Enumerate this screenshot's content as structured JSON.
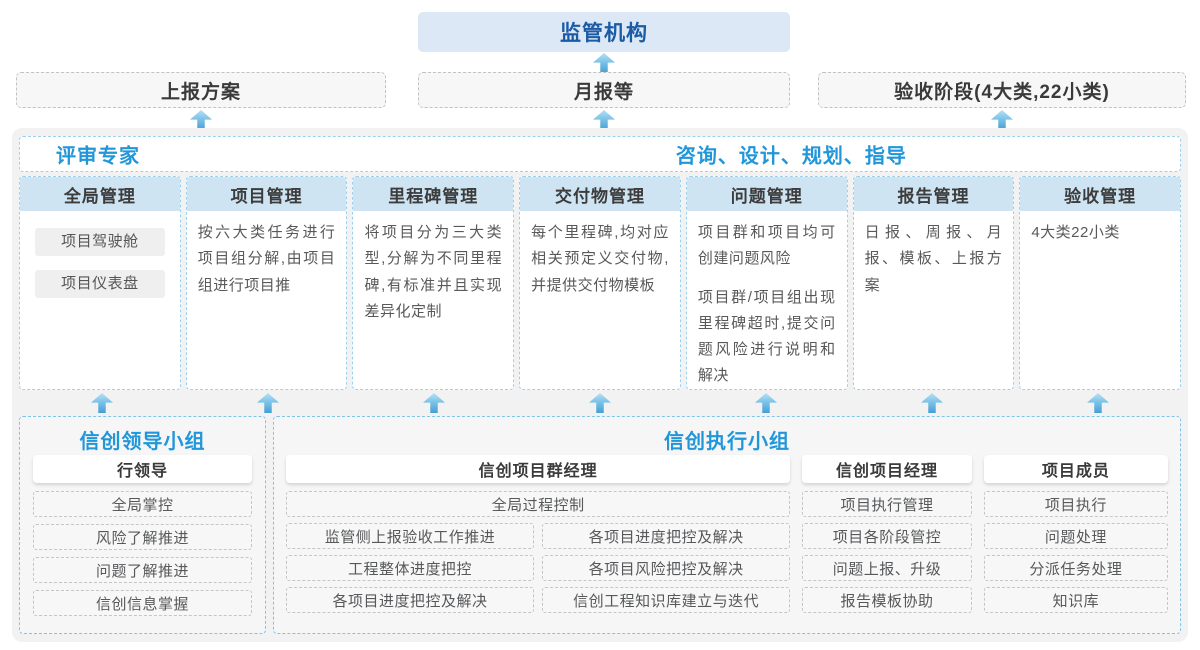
{
  "colors": {
    "accent_blue": "#2196d9",
    "navy_title": "#1b5ba6",
    "column_header_bg": "#cfe4f2",
    "regulator_bg": "#dce8f5",
    "dashed_blue_border": "#7fc4e8",
    "container_bg": "#f2f2f2"
  },
  "top": {
    "regulator": "监管机构"
  },
  "reports": [
    {
      "label": "上报方案"
    },
    {
      "label": "月报等"
    },
    {
      "label": "验收阶段(4大类,22小类)"
    }
  ],
  "middle": {
    "left_header": "评审专家",
    "right_header": "咨询、设计、规划、指导",
    "columns": [
      {
        "title": "全局管理",
        "chips": [
          "项目驾驶舱",
          "项目仪表盘"
        ],
        "paragraphs": []
      },
      {
        "title": "项目管理",
        "paragraphs": [
          "按六大类任务进行项目组分解,由项目组进行项目推"
        ]
      },
      {
        "title": "里程碑管理",
        "paragraphs": [
          "将项目分为三大类型,分解为不同里程碑,有标准并且实现差异化定制"
        ]
      },
      {
        "title": "交付物管理",
        "paragraphs": [
          "每个里程碑,均对应相关预定义交付物,并提供交付物模板"
        ]
      },
      {
        "title": "问题管理",
        "paragraphs": [
          "项目群和项目均可创建问题风险",
          "项目群/项目组出现里程碑超时,提交问题风险进行说明和解决"
        ]
      },
      {
        "title": "报告管理",
        "paragraphs": [
          "日报、周报、月报、模板、上报方案"
        ]
      },
      {
        "title": "验收管理",
        "paragraphs": [
          "4大类22小类"
        ]
      }
    ]
  },
  "bottom": {
    "leader": {
      "title": "信创领导小组",
      "role": "行领导",
      "items": [
        "全局掌控",
        "风险了解推进",
        "问题了解推进",
        "信创信息掌握"
      ]
    },
    "exec": {
      "title": "信创执行小组",
      "pgm": {
        "role": "信创项目群经理",
        "full_item": "全局过程控制",
        "left": [
          "监管侧上报验收工作推进",
          "工程整体进度把控",
          "各项目进度把控及解决"
        ],
        "right": [
          "各项目进度把控及解决",
          "各项目风险把控及解决",
          "信创工程知识库建立与迭代"
        ]
      },
      "pm": {
        "role": "信创项目经理",
        "items": [
          "项目执行管理",
          "项目各阶段管控",
          "问题上报、升级",
          "报告模板协助"
        ]
      },
      "member": {
        "role": "项目成员",
        "items": [
          "项目执行",
          "问题处理",
          "分派任务处理",
          "知识库"
        ]
      }
    }
  }
}
